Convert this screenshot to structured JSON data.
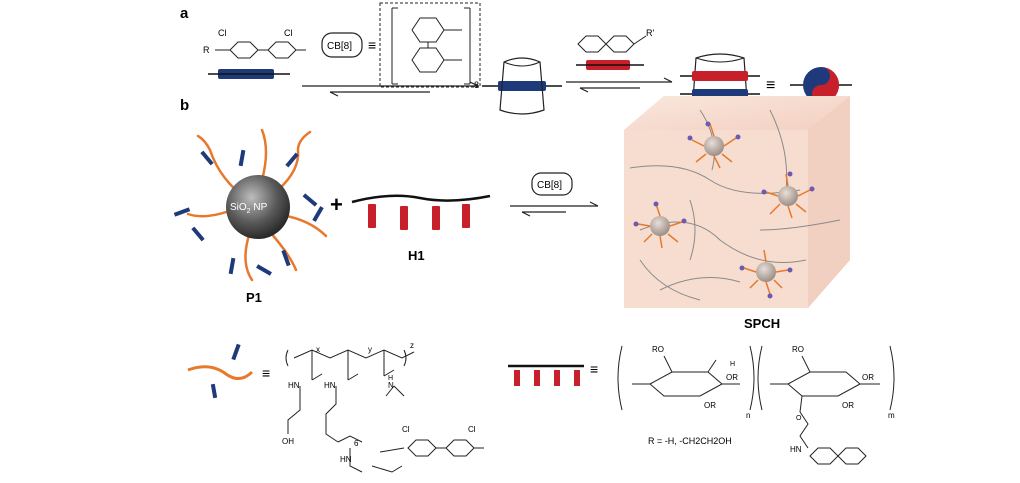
{
  "panels": {
    "a": "a",
    "b": "b"
  },
  "scheme_a": {
    "viologen_counterion": "Cl",
    "viologen_counterion_2": "Cl",
    "viologen_r": "R",
    "cb_label": "CB[8]",
    "equiv_symbol": "≡",
    "cb_repeat": "8",
    "naphthyl_r": "R'"
  },
  "scheme_b": {
    "nanoparticle_label": "SiO",
    "nanoparticle_sub": "2",
    "nanoparticle_suffix": " NP",
    "plus": "+",
    "p1_label": "P1",
    "h1_label": "H1",
    "cb_label": "CB[8]",
    "hydrogel_label": "SPCH"
  },
  "structure_p1": {
    "equiv_symbol": "≡",
    "sub_x": "x",
    "sub_y": "y",
    "sub_z": "z",
    "hn1": "HN",
    "hn2": "HN",
    "n_iso": "N",
    "oh": "OH",
    "hn3": "HN",
    "cl1": "Cl",
    "cl2": "Cl",
    "six": "6",
    "h_iso": "H"
  },
  "structure_h1": {
    "equiv_symbol": "≡",
    "ro1": "RO",
    "ro2": "RO",
    "or1": "OR",
    "or2": "OR",
    "or3": "OR",
    "or4": "OR",
    "sub_n": "n",
    "sub_m": "m",
    "r_definition": "R = -H, -CH2CH2OH",
    "hn": "HN",
    "o": "O",
    "h": "H"
  },
  "colors": {
    "blue": "#1f3a7a",
    "red": "#c8202a",
    "orange": "#e8782c",
    "gel": "#f6ddd0"
  }
}
